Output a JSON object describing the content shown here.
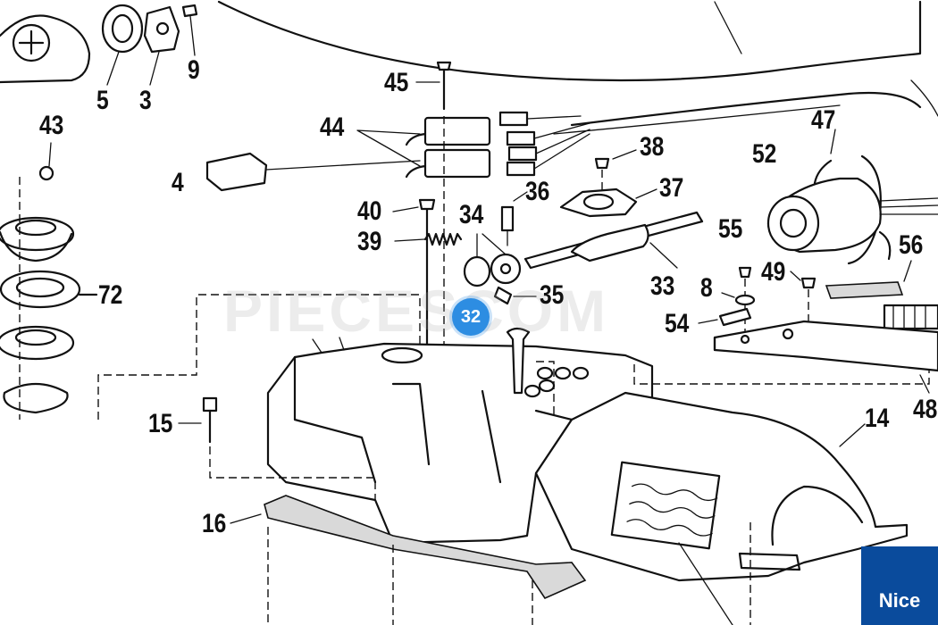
{
  "part_labels": [
    "5",
    "3",
    "9",
    "43",
    "44",
    "45",
    "4",
    "38",
    "36",
    "37",
    "40",
    "34",
    "39",
    "35",
    "33",
    "47",
    "52",
    "55",
    "56",
    "8",
    "49",
    "54",
    "72",
    "15",
    "14",
    "16",
    "48"
  ],
  "hotspot": {
    "number": "32"
  },
  "watermark": "PIECESCOM",
  "brand": {
    "name": "Nice",
    "color": "#0a4b9c"
  },
  "badge_color": "#2d8de2"
}
